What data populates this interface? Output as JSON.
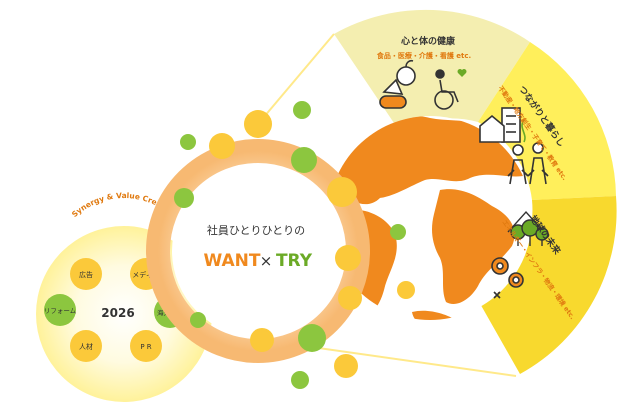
{
  "center": {
    "subtitle": "社員ひとりひとりの",
    "want": "WANT",
    "times": "×",
    "try": "TRY"
  },
  "small_circle": {
    "arc_text": "Synergy & Value Creation",
    "year": "2026",
    "nodes": [
      "広告",
      "メディア",
      "海外貿易",
      "P R",
      "人材",
      "リフォーム"
    ]
  },
  "segments": [
    {
      "title": "心と体の健康",
      "sub": "食品・医療・介護・看護 etc."
    },
    {
      "title": "つながりと暮らし",
      "sub": "不動産・地方創生・子育て・教育 etc."
    },
    {
      "title": "地球の未来",
      "sub": "エネルギー・インフラ・物流・環境 etc."
    }
  ],
  "colors": {
    "orange": "#F0891E",
    "orange_text": "#E07A10",
    "green_text": "#6BAA26",
    "yellow_dot": "#FBC93A",
    "green_dot": "#8CC63F",
    "seg1": "#F4EEB0",
    "seg2": "#FFEF5B",
    "seg3": "#F8D92E",
    "small_fill": "#FFF6A8",
    "dark_text": "#333333",
    "brown_text": "#8A5A1E"
  }
}
